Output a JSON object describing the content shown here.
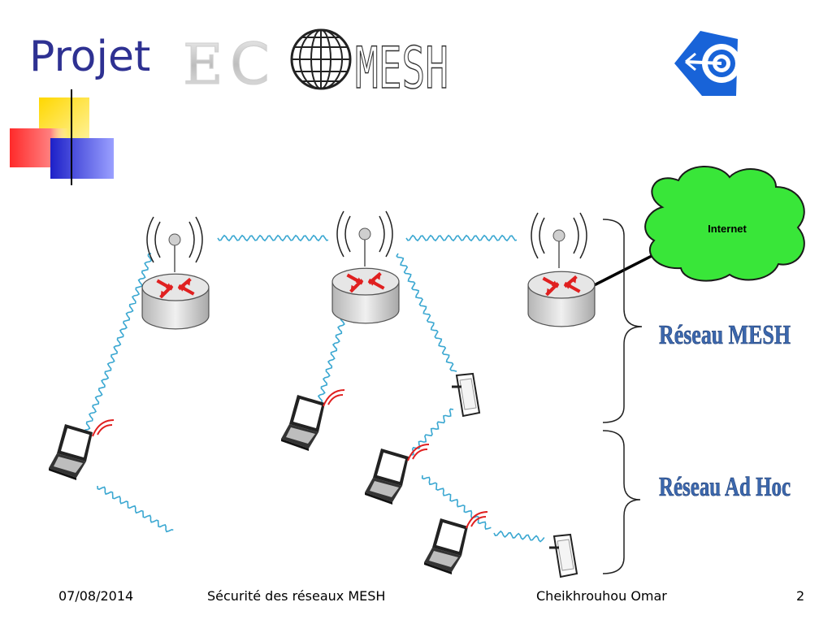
{
  "slide": {
    "title": "Projet",
    "logo": {
      "letters": [
        "E",
        "C"
      ],
      "word": "MESH",
      "globe_icon": "globe-icon"
    },
    "corner_logo_icon": "target-arrow-icon"
  },
  "diagram": {
    "cloud_label": "Internet",
    "brace_labels": {
      "mesh": "Réseau MESH",
      "adhoc": "Réseau Ad Hoc"
    },
    "node_icons": [
      "router-icon",
      "laptop-icon",
      "tablet-icon",
      "antenna-icon",
      "cloud-icon"
    ],
    "colors": {
      "wave": "#3aa7d1",
      "router_arrow": "#e02020",
      "cloud": "#39e639",
      "label": "#3b67ad"
    }
  },
  "footer": {
    "date": "07/08/2014",
    "title": "Sécurité des réseaux MESH",
    "author": "Cheikhrouhou Omar",
    "page": "2"
  }
}
